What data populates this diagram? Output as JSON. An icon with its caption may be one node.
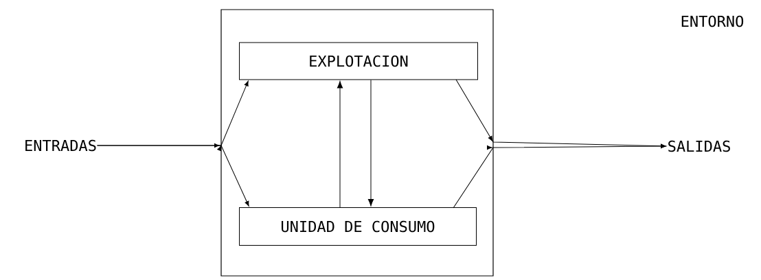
{
  "diagram": {
    "nodes": [
      {
        "text": [],
        "shape": "box"
      },
      {
        "text": [
          "EXPLOTACION"
        ],
        "in": 0
      },
      {
        "text": [
          "UNIDAD DE CONSUMO"
        ],
        "in": 0
      },
      {
        "text": [
          "ENTRADAS"
        ]
      },
      {
        "text": [
          "SALIDAS"
        ]
      }
    ],
    "edges": [
      {
        "from": 3,
        "to": 1,
        "arrow": "to"
      },
      {
        "from": 3,
        "to": 2,
        "arrow": "to"
      },
      {
        "from": 2,
        "to": 1,
        "arrow": "to"
      },
      {
        "from": 1,
        "to": 2,
        "arrow": "to"
      },
      {
        "from": 1,
        "to": 4,
        "arrow": "to"
      },
      {
        "from": 2,
        "to": 4,
        "arrow": "to"
      }
    ],
    "labels": [
      "ENTORNO"
    ]
  }
}
